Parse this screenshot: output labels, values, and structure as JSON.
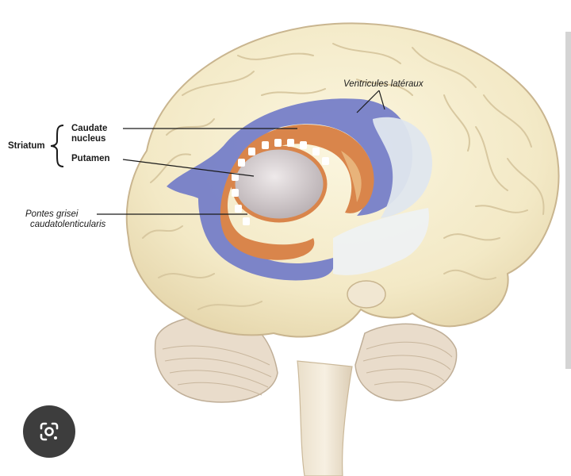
{
  "labels": {
    "striatum": "Striatum",
    "caudate_line1": "Caudate",
    "caudate_line2": "nucleus",
    "putamen": "Putamen",
    "ventricules": "Ventricules latéraux",
    "pontes_line1": "Pontes grisei",
    "pontes_line2": "caudatolenticularis"
  },
  "colors": {
    "brain": "#f4ebc9",
    "ventricle_blue": "#6f79c8",
    "ventricle_light": "#dfe6ee",
    "caudate_orange": "#d9854b",
    "putamen_gray": "#cdc6c8",
    "cerebellum": "#e5d6c3"
  },
  "icons": {
    "lens": "google-lens-icon"
  }
}
